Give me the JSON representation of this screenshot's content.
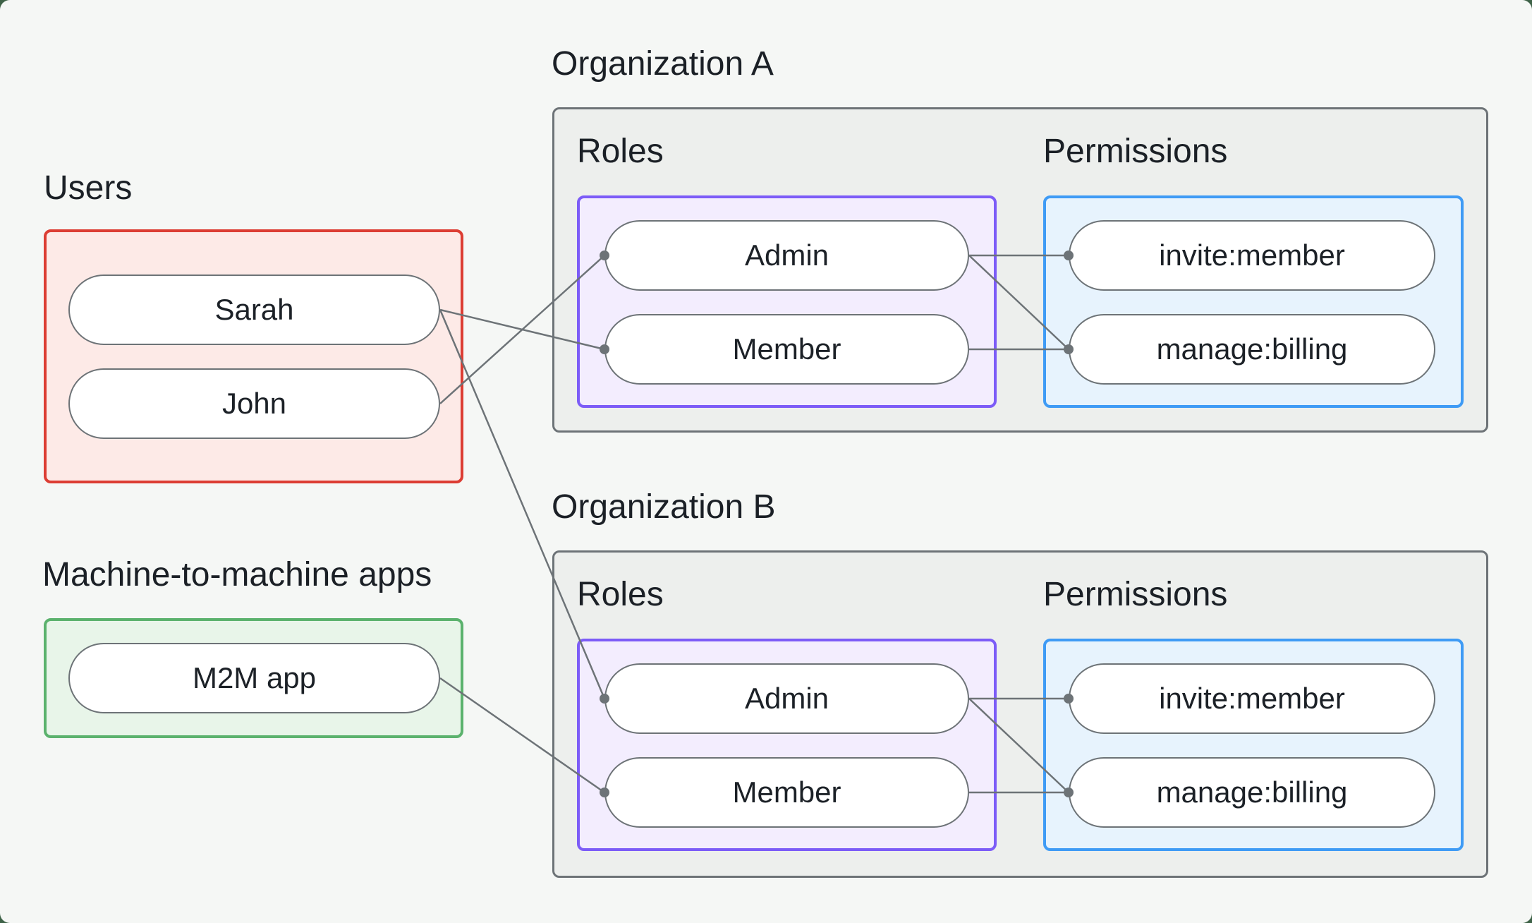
{
  "canvas": {
    "background": "#f5f7f5",
    "surround": "#3e6247"
  },
  "colors": {
    "users_border": "#dc3d33",
    "users_fill": "#fdeae7",
    "m2m_border": "#5bb26d",
    "m2m_fill": "#e8f5e9",
    "org_border": "#6d7377",
    "org_fill": "#edefed",
    "roles_border": "#7c5cf7",
    "roles_fill": "#f3edfe",
    "permissions_border": "#3f9bf5",
    "permissions_fill": "#e7f3fd",
    "connector": "#6d7377",
    "text": "#1c2127"
  },
  "users_group": {
    "label": "Users",
    "users": [
      {
        "id": "sarah",
        "name": "Sarah"
      },
      {
        "id": "john",
        "name": "John"
      }
    ]
  },
  "m2m_group": {
    "label": "Machine-to-machine apps",
    "apps": [
      {
        "id": "m2m-app",
        "name": "M2M app"
      }
    ]
  },
  "org_a": {
    "title": "Organization A",
    "roles_label": "Roles",
    "permissions_label": "Permissions",
    "roles": [
      {
        "id": "orgA-admin",
        "name": "Admin"
      },
      {
        "id": "orgA-member",
        "name": "Member"
      }
    ],
    "permissions": [
      {
        "id": "orgA-invite",
        "name": "invite:member"
      },
      {
        "id": "orgA-manage",
        "name": "manage:billing"
      }
    ]
  },
  "org_b": {
    "title": "Organization B",
    "roles_label": "Roles",
    "permissions_label": "Permissions",
    "roles": [
      {
        "id": "orgB-admin",
        "name": "Admin"
      },
      {
        "id": "orgB-member",
        "name": "Member"
      }
    ],
    "permissions": [
      {
        "id": "orgB-invite",
        "name": "invite:member"
      },
      {
        "id": "orgB-manage",
        "name": "manage:billing"
      }
    ]
  },
  "edges": [
    {
      "from": "sarah",
      "to": "orgA-member"
    },
    {
      "from": "john",
      "to": "orgA-admin"
    },
    {
      "from": "sarah",
      "to": "orgB-admin"
    },
    {
      "from": "m2m-app",
      "to": "orgB-member"
    },
    {
      "from": "orgA-admin",
      "to": "orgA-invite"
    },
    {
      "from": "orgA-admin",
      "to": "orgA-manage"
    },
    {
      "from": "orgA-member",
      "to": "orgA-manage"
    },
    {
      "from": "orgB-admin",
      "to": "orgB-invite"
    },
    {
      "from": "orgB-admin",
      "to": "orgB-manage"
    },
    {
      "from": "orgB-member",
      "to": "orgB-manage"
    }
  ]
}
